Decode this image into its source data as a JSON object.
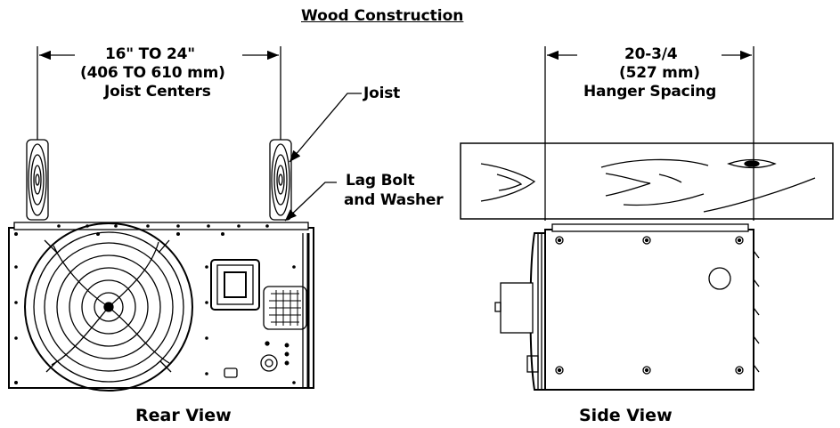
{
  "title": "Wood Construction",
  "rear": {
    "dim_line1": "16\" TO 24\"",
    "dim_line2": "(406 TO 610 mm)",
    "dim_line3": "Joist Centers",
    "joist_label": "Joist",
    "lag_line1": "Lag Bolt",
    "lag_line2": "and  Washer",
    "caption": "Rear View"
  },
  "side": {
    "dim_line1": "20-3/4",
    "dim_line2": "(527 mm)",
    "dim_line3": "Hanger Spacing",
    "caption": "Side View"
  }
}
